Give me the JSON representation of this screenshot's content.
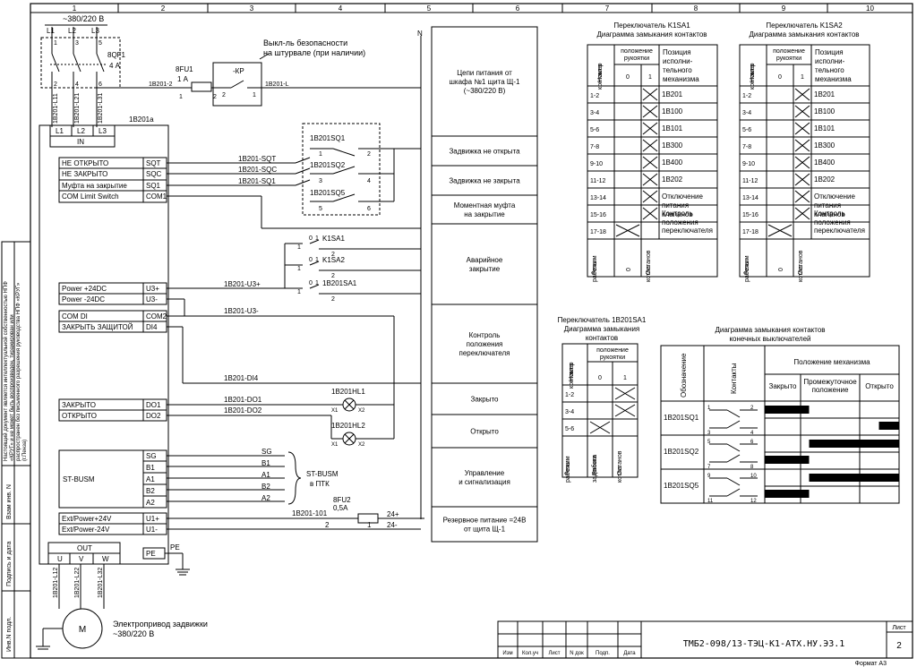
{
  "grid_columns": [
    "1",
    "2",
    "3",
    "4",
    "5",
    "6",
    "7",
    "8",
    "9",
    "10"
  ],
  "supply": {
    "voltage": "~380/220 В",
    "phases": [
      "L1",
      "L2",
      "L3"
    ],
    "breaker_pins_top": [
      "1",
      "3",
      "5"
    ],
    "breaker_pins_bottom": [
      "2",
      "4",
      "6"
    ],
    "breaker_name": "8QF1",
    "breaker_rating": "4 А",
    "wires_in": [
      "1B201-L11",
      "1B201-L21",
      "1B201-L31"
    ],
    "fuse_name": "8FU1",
    "fuse_rating": "1 А",
    "fuse_pin_left": "1",
    "fuse_pin_right": "2",
    "wire_b2": "1B201-2",
    "kp_label": "-КР",
    "kp_pin_left": "2",
    "kp_pin_right": "1",
    "kp_note_line1": "Выкл-ль безопасности",
    "kp_note_line2": "на штурвале (при наличии)",
    "wire_L": "1B201-L",
    "n_label": "N"
  },
  "device": {
    "name": "1B201a",
    "input_pins": [
      "L1",
      "L2",
      "L3"
    ],
    "input_group": "IN",
    "signals": [
      {
        "label": "НЕ ОТКРЫТО",
        "pin": "SQT"
      },
      {
        "label": "НЕ ЗАКРЫТО",
        "pin": "SQC"
      },
      {
        "label": "Муфта на закрытие",
        "pin": "SQ1"
      },
      {
        "label": "COM Limit Switch",
        "pin": "COM1"
      }
    ],
    "power": [
      {
        "label": "Power +24DC",
        "pin": "U3+"
      },
      {
        "label": "Power -24DC",
        "pin": "U3-"
      }
    ],
    "di": [
      {
        "label": "COM DI",
        "pin": "COM2"
      },
      {
        "label": "ЗАКРЫТЬ ЗАЩИТОЙ",
        "pin": "DI4"
      }
    ],
    "do": [
      {
        "label": "ЗАКРЫТО",
        "pin": "DO1"
      },
      {
        "label": "ОТКРЫТО",
        "pin": "DO2"
      }
    ],
    "bus_label": "ST-BUSM",
    "bus_pins": [
      "SG",
      "B1",
      "A1",
      "B2",
      "A2"
    ],
    "ext": [
      {
        "label": "Ext/Power+24V",
        "pin": "U1+"
      },
      {
        "label": "Ext/Power-24V",
        "pin": "U1-"
      }
    ],
    "out_group": "OUT",
    "out_pins": [
      "U",
      "V",
      "W"
    ],
    "pe": "PE"
  },
  "wires": {
    "sqt": "1B201-SQT",
    "sqc": "1B201-SQC",
    "sq1": "1B201-SQ1",
    "u3p": "1B201-U3+",
    "u3m": "1B201-U3-",
    "di4": "1B201-DI4",
    "do1": "1B201-DO1",
    "do2": "1B201-DO2",
    "b101": "1B201-101",
    "out": [
      "1B201-L12",
      "1B201-L22",
      "1B201-L32"
    ],
    "bus": [
      "SG",
      "B1",
      "A1",
      "B2",
      "A2"
    ],
    "bus_note_line1": "ST-BUSM",
    "bus_note_line2": "в ПТК"
  },
  "contacts": {
    "sq": [
      {
        "name": "1B201SQ1",
        "a": "1",
        "b": "2"
      },
      {
        "name": "1B201SQ2",
        "a": "3",
        "b": "4"
      },
      {
        "name": "1B201SQ5",
        "a": "5",
        "b": "6"
      }
    ],
    "sa": [
      {
        "name": "K1SA1",
        "left": "1",
        "top": "0",
        "right": "1",
        "bottom": "2"
      },
      {
        "name": "K1SA2",
        "left": "1",
        "top": "0",
        "right": "1",
        "bottom": "2"
      },
      {
        "name": "1B201SA1",
        "left": "1",
        "top": "0",
        "right": "1",
        "bottom": "2"
      }
    ],
    "lamps": [
      {
        "name": "1B201HL1",
        "x1": "X1",
        "x2": "X2"
      },
      {
        "name": "1B201HL2",
        "x1": "X1",
        "x2": "X2"
      }
    ],
    "fu2_name": "8FU2",
    "fu2_rating": "0,5А",
    "fu2_pin_left": "2",
    "fu2_pin_right": "1",
    "out24p": "24+",
    "out24m": "24-"
  },
  "motor": {
    "symbol": "M",
    "label_line1": "Электропривод задвижки",
    "label_line2": "~380/220 В"
  },
  "functions": [
    "Цепи питания от|шкафа №1 щита Щ-1|(~380/220 В)",
    "Задвижка не открыта",
    "Задвижка не закрыта",
    "Моментная муфта|на закрытие",
    "Аварийное|закрытие",
    "Контроль|положения|переключателя",
    "Закрыто",
    "Открыто",
    "Управление|и сигнализация",
    "Резервное питание =24В|от щита Щ-1"
  ],
  "k1sa1": {
    "title_line1": "Переключатель K1SA1",
    "title_line2": "Диаграмма замыкания контактов",
    "h_num": "Номер|контакта",
    "h_pos": "положение|рукоятки",
    "h_p0": "0",
    "h_p1": "1",
    "h_exec": "Позиция|исполни-|тельного|механизма",
    "rows": [
      {
        "n": "1-2",
        "x": "1",
        "d": "1B201"
      },
      {
        "n": "3-4",
        "x": "1",
        "d": "1B100"
      },
      {
        "n": "5-6",
        "x": "1",
        "d": "1B101"
      },
      {
        "n": "7-8",
        "x": "1",
        "d": "1B300"
      },
      {
        "n": "9-10",
        "x": "1",
        "d": "1B400"
      },
      {
        "n": "11-12",
        "x": "1",
        "d": "1B202"
      },
      {
        "n": "13-14",
        "x": "1",
        "d": "Отключение|питания|клапанов"
      },
      {
        "n": "15-16",
        "x": "1",
        "d": "Контроль|положения"
      },
      {
        "n": "17-18",
        "x": "0",
        "d": "переключателя"
      }
    ],
    "f_mode": "Режим|работы",
    "f_v0": "0",
    "f_v1": "Останов|котла"
  },
  "k1sa2": {
    "title_line1": "Переключатель K1SA2",
    "title_line2": "Диаграмма замыкания контактов",
    "h_num": "Номер|контакта",
    "h_pos": "положение|рукоятки",
    "h_p0": "0",
    "h_p1": "1",
    "h_exec": "Позиция|исполни-|тельного|механизма",
    "rows": [
      {
        "n": "1-2",
        "x": "1",
        "d": "1B201"
      },
      {
        "n": "3-4",
        "x": "1",
        "d": "1B100"
      },
      {
        "n": "5-6",
        "x": "1",
        "d": "1B101"
      },
      {
        "n": "7-8",
        "x": "1",
        "d": "1B300"
      },
      {
        "n": "9-10",
        "x": "1",
        "d": "1B400"
      },
      {
        "n": "11-12",
        "x": "1",
        "d": "1B202"
      },
      {
        "n": "13-14",
        "x": "1",
        "d": "Отключение|питания|клапанов"
      },
      {
        "n": "15-16",
        "x": "1",
        "d": "Контроль|положения"
      },
      {
        "n": "17-18",
        "x": "0",
        "d": "переключателя"
      }
    ],
    "f_mode": "Режим|работы",
    "f_v0": "0",
    "f_v1": "Останов|котла"
  },
  "b1sa1": {
    "title_line1": "Переключатель 1B201SA1",
    "title_line2": "Диаграмма замыкания",
    "title_line3": "контактов",
    "h_num": "Номер|контакта",
    "h_pos": "положение|рукоятки",
    "h_p0": "0",
    "h_p1": "1",
    "rows": [
      {
        "n": "1-2",
        "x": "1"
      },
      {
        "n": "3-4",
        "x": "1"
      },
      {
        "n": "5-6",
        "x": "0"
      }
    ],
    "f_mode": "Режим|работы",
    "f_v0": "Работа|задвижки",
    "f_v1": "Останов|котла"
  },
  "limits": {
    "title_line1": "Диаграмма замыкания контактов",
    "title_line2": "конечных выключателей",
    "h_name": "Обозначение",
    "h_contacts": "Контакты",
    "h_pos": "Положение механизма",
    "h_closed": "Закрыто",
    "h_mid": "Промежуточное|положение",
    "h_open": "Открыто",
    "rows": [
      {
        "name": "1B201SQ1",
        "pins": [
          "1",
          "2",
          "3",
          "4"
        ],
        "bars": [
          [
            0,
            0.33
          ],
          [
            0.85,
            1
          ]
        ]
      },
      {
        "name": "1B201SQ2",
        "pins": [
          "5",
          "6",
          "7",
          "8"
        ],
        "bars": [
          [
            0.33,
            1
          ],
          [
            0,
            0.33
          ]
        ]
      },
      {
        "name": "1B201SQ5",
        "pins": [
          "9",
          "10",
          "11",
          "12"
        ],
        "bars": [
          [
            0.33,
            1
          ],
          [
            0,
            0.33
          ]
        ]
      }
    ]
  },
  "side_stamp": {
    "notice": "Настоящий документ является интеллектуальной собственностью НПФ «КРУГ» и не может быть воспроизведен, тиражирован или распространен без письменного разрешения руководства НПФ «КРУГ» (г.Пенза)",
    "cells": [
      "Инв.N подл.",
      "Подпись и дата",
      "Взам инв. N"
    ]
  },
  "title_block": {
    "cols": [
      "Изм",
      "Кол.уч",
      "Лист",
      "N док",
      "Подп.",
      "Дата"
    ],
    "code": "ТМБ2-098/13-ТЭЦ-К1-АТХ.НУ.ЭЗ.1",
    "sheet_label": "Лист",
    "sheet_no": "2",
    "format": "Формат  А3"
  }
}
